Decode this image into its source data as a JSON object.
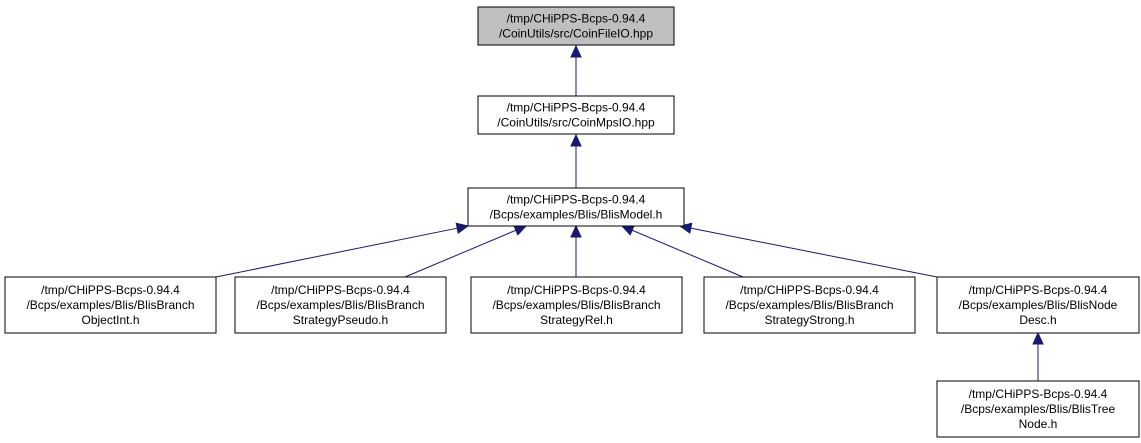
{
  "diagram": {
    "nodes": [
      {
        "id": "fileio",
        "lines": [
          "/tmp/CHiPPS-Bcps-0.94.4",
          "/CoinUtils/src/CoinFileIO.hpp"
        ],
        "highlighted": true
      },
      {
        "id": "mpsio",
        "lines": [
          "/tmp/CHiPPS-Bcps-0.94.4",
          "/CoinUtils/src/CoinMpsIO.hpp"
        ],
        "highlighted": false
      },
      {
        "id": "blismodel",
        "lines": [
          "/tmp/CHiPPS-Bcps-0.94.4",
          "/Bcps/examples/Blis/BlisModel.h"
        ],
        "highlighted": false
      },
      {
        "id": "branchobjint",
        "lines": [
          "/tmp/CHiPPS-Bcps-0.94.4",
          "/Bcps/examples/Blis/BlisBranch",
          "ObjectInt.h"
        ],
        "highlighted": false
      },
      {
        "id": "branchpseudo",
        "lines": [
          "/tmp/CHiPPS-Bcps-0.94.4",
          "/Bcps/examples/Blis/BlisBranch",
          "StrategyPseudo.h"
        ],
        "highlighted": false
      },
      {
        "id": "branchrel",
        "lines": [
          "/tmp/CHiPPS-Bcps-0.94.4",
          "/Bcps/examples/Blis/BlisBranch",
          "StrategyRel.h"
        ],
        "highlighted": false
      },
      {
        "id": "branchstrong",
        "lines": [
          "/tmp/CHiPPS-Bcps-0.94.4",
          "/Bcps/examples/Blis/BlisBranch",
          "StrategyStrong.h"
        ],
        "highlighted": false
      },
      {
        "id": "nodedesc",
        "lines": [
          "/tmp/CHiPPS-Bcps-0.94.4",
          "/Bcps/examples/Blis/BlisNode",
          "Desc.h"
        ],
        "highlighted": false
      },
      {
        "id": "treenode",
        "lines": [
          "/tmp/CHiPPS-Bcps-0.94.4",
          "/Bcps/examples/Blis/BlisTree",
          "Node.h"
        ],
        "highlighted": false
      }
    ],
    "edges": [
      {
        "from": "mpsio",
        "to": "fileio"
      },
      {
        "from": "blismodel",
        "to": "mpsio"
      },
      {
        "from": "branchobjint",
        "to": "blismodel"
      },
      {
        "from": "branchpseudo",
        "to": "blismodel"
      },
      {
        "from": "branchrel",
        "to": "blismodel"
      },
      {
        "from": "branchstrong",
        "to": "blismodel"
      },
      {
        "from": "nodedesc",
        "to": "blismodel"
      },
      {
        "from": "treenode",
        "to": "nodedesc"
      }
    ],
    "colors": {
      "highlight_fill": "#bfbfbf",
      "node_fill": "#ffffff",
      "border": "#000000",
      "edge": "#191970"
    }
  }
}
